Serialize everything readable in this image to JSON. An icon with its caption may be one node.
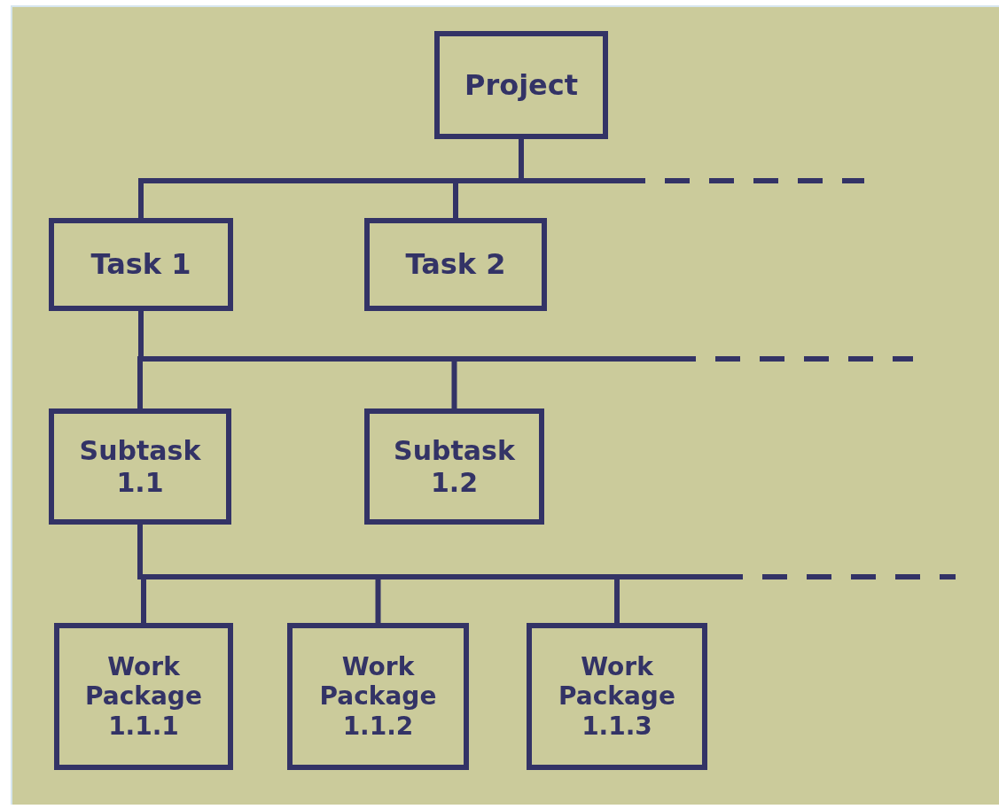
{
  "diagram": {
    "nodes": [
      {
        "text": [
          "Project"
        ]
      },
      {
        "text": [
          "Task 1"
        ]
      },
      {
        "text": [
          "Task 2"
        ]
      },
      {
        "text": [
          "Subtask 1.1"
        ]
      },
      {
        "text": [
          "Subtask 1.2"
        ]
      },
      {
        "text": [
          "Work Package 1.1.1"
        ]
      },
      {
        "text": [
          "Work Package 1.1.2"
        ]
      },
      {
        "text": [
          "Work Package 1.1.3"
        ]
      }
    ],
    "edges": [
      {
        "from": 0,
        "to": 1,
        "arrow": "none"
      },
      {
        "from": 0,
        "to": 2,
        "arrow": "none"
      },
      {
        "from": 0,
        "to": null,
        "arrow": "none",
        "style": "dashed"
      },
      {
        "from": 1,
        "to": 3,
        "arrow": "none"
      },
      {
        "from": 1,
        "to": 4,
        "arrow": "none"
      },
      {
        "from": 1,
        "to": null,
        "arrow": "none",
        "style": "dashed"
      },
      {
        "from": 3,
        "to": 5,
        "arrow": "none"
      },
      {
        "from": 3,
        "to": 6,
        "arrow": "none"
      },
      {
        "from": 3,
        "to": 7,
        "arrow": "none"
      },
      {
        "from": 3,
        "to": null,
        "arrow": "none",
        "style": "dashed"
      }
    ]
  }
}
